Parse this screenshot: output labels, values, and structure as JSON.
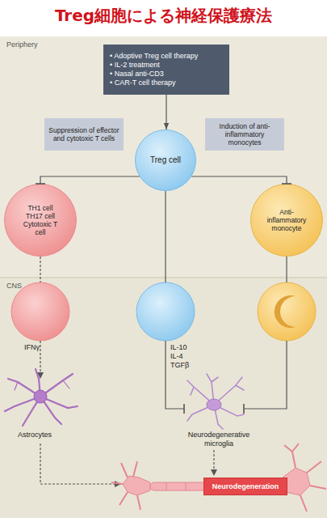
{
  "diagram": {
    "title": "Treg細胞による神経保護療法",
    "nodes": [
      {
        "text": [
          "• Adoptive Treg cell therapy",
          "• IL-2 treatment",
          "• Nasal anti-CD3",
          "• CAR-T cell therapy"
        ]
      },
      {
        "text": [
          "Suppression of effector and cytotoxic T cells"
        ]
      },
      {
        "text": [
          "Induction of anti-inflammatory monocytes"
        ]
      },
      {
        "text": [
          "Treg cell"
        ]
      },
      {
        "text": [
          "TH1 cell TH17 cell Cytotoxic T cell"
        ]
      },
      {
        "text": [
          "Anti-inflammatory monocyte"
        ]
      },
      {
        "text": [
          "Neurodegeneration"
        ]
      }
    ],
    "edges": [
      {
        "from": 0,
        "to": 3,
        "arrow": "to"
      },
      {
        "from": 3,
        "to": 4,
        "arrow": "to"
      },
      {
        "from": 3,
        "to": 5,
        "arrow": "to"
      }
    ],
    "labels": [
      "Periphery",
      "CNS",
      "IFNγ",
      "IL-10",
      "IL-4",
      "TGFβ",
      "Astrocytes",
      "Neurodegenerative microglia"
    ]
  }
}
